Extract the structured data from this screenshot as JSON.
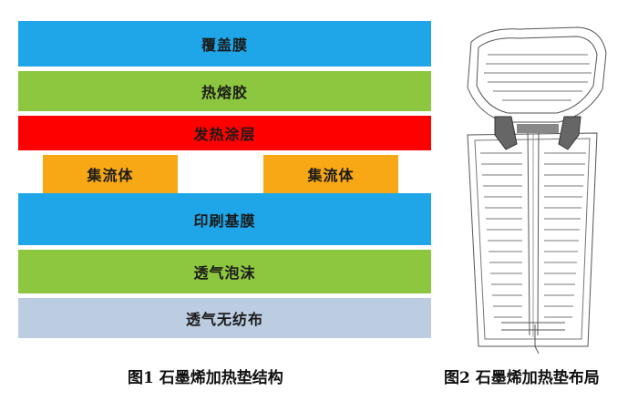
{
  "figure1": {
    "caption": "图1  石墨烯加热垫结构",
    "colors": {
      "cover_film": "#1ea6e8",
      "hot_melt": "#8dc63f",
      "heating_coating": "#ff0000",
      "collector": "#f7a814",
      "substrate": "#1ea6e8",
      "foam": "#8dc63f",
      "nonwoven": "#bccde2"
    },
    "layers": {
      "cover_film": "覆盖膜",
      "hot_melt": "热熔胶",
      "heating_coating": "发热涂层",
      "collector_left": "集流体",
      "collector_right": "集流体",
      "substrate": "印刷基膜",
      "foam": "透气泡沫",
      "nonwoven": "透气无纺布"
    }
  },
  "figure2": {
    "caption": "图2  石墨烯加热垫布局"
  }
}
